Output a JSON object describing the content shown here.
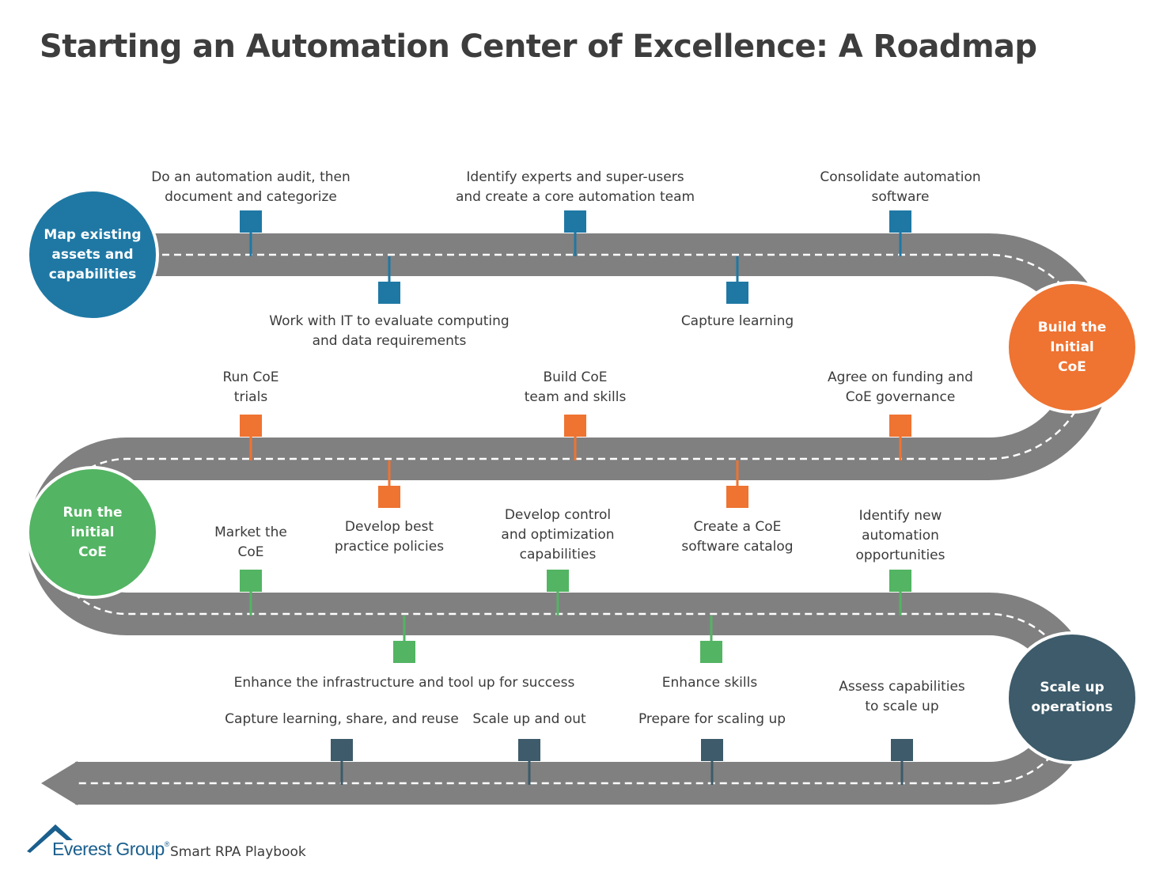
{
  "title": "Starting an Automation Center of Excellence: A Roadmap",
  "colors": {
    "road": "#808080",
    "dash": "#ffffff",
    "phase1": "#1f78a4",
    "phase2": "#ef7331",
    "phase3": "#53b463",
    "phase4": "#3d5b6a",
    "brand": "#1a5f8d"
  },
  "phases": [
    {
      "id": "map",
      "lines": [
        "Map existing",
        "assets and",
        "capabilities"
      ],
      "color": "#1f78a4"
    },
    {
      "id": "build",
      "lines": [
        "Build the",
        "Initial",
        "CoE"
      ],
      "color": "#ef7331"
    },
    {
      "id": "run",
      "lines": [
        "Run the",
        "initial",
        "CoE"
      ],
      "color": "#53b463"
    },
    {
      "id": "scale",
      "lines": [
        "Scale up",
        "operations"
      ],
      "color": "#3d5b6a"
    }
  ],
  "milestones": [
    {
      "lines": [
        "Do an automation audit, then",
        "document and categorize"
      ]
    },
    {
      "lines": [
        "Work with IT to evaluate computing",
        "and data requirements"
      ]
    },
    {
      "lines": [
        "Identify experts and super-users",
        "and create a core automation team"
      ]
    },
    {
      "lines": [
        "Capture learning"
      ]
    },
    {
      "lines": [
        "Consolidate automation",
        "software"
      ]
    },
    {
      "lines": [
        "Run CoE",
        "trials"
      ]
    },
    {
      "lines": [
        "Develop best",
        "practice policies"
      ]
    },
    {
      "lines": [
        "Build CoE",
        "team and skills"
      ]
    },
    {
      "lines": [
        "Create a CoE",
        "software catalog"
      ]
    },
    {
      "lines": [
        "Agree on funding and",
        "CoE governance"
      ]
    },
    {
      "lines": [
        "Market the",
        "CoE"
      ]
    },
    {
      "lines": [
        "Enhance the infrastructure and tool up for success"
      ]
    },
    {
      "lines": [
        "Develop control",
        "and optimization",
        "capabilities"
      ]
    },
    {
      "lines": [
        "Enhance skills"
      ]
    },
    {
      "lines": [
        "Identify new",
        "automation",
        "opportunities"
      ]
    },
    {
      "lines": [
        "Capture learning, share, and reuse"
      ]
    },
    {
      "lines": [
        "Scale up and out"
      ]
    },
    {
      "lines": [
        "Prepare for scaling up"
      ]
    },
    {
      "lines": [
        "Assess capabilities",
        "to scale up"
      ]
    }
  ],
  "footer": {
    "brand": "Everest Group",
    "reg": "®",
    "subtitle": "Smart RPA Playbook"
  }
}
